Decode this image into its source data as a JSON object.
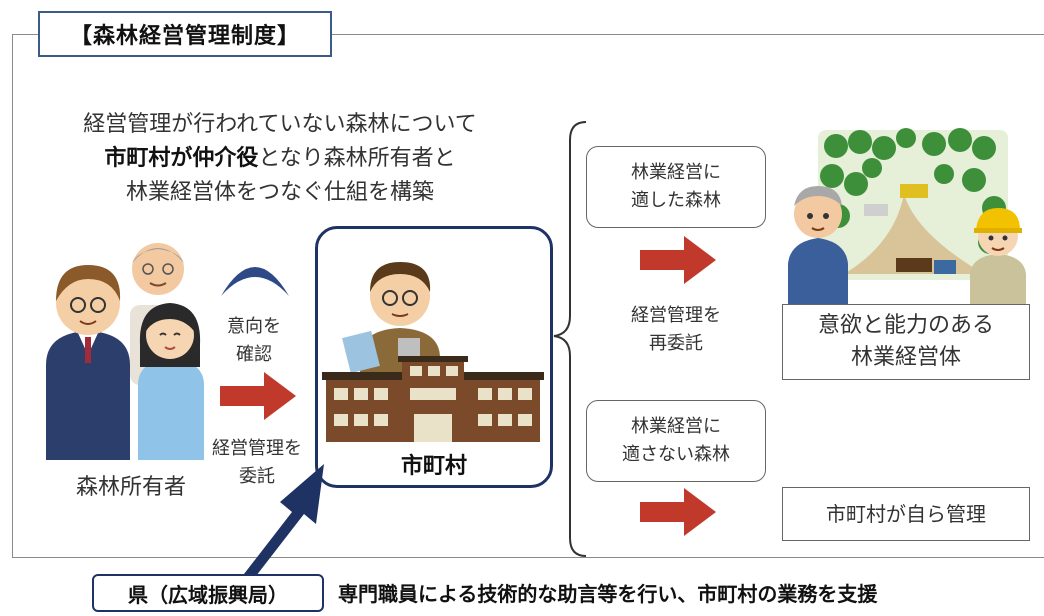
{
  "title": "【森林経営管理制度】",
  "intro": {
    "line1": "経営管理が行われていない森林について",
    "line2_bold": "市町村が仲介役",
    "line2_rest": "となり森林所有者と",
    "line3": "林業経営体をつなぐ仕組を構築"
  },
  "left": {
    "owner_label": "森林所有者",
    "confirm_line1": "意向を",
    "confirm_line2": "確認",
    "entrust_line1": "経営管理を",
    "entrust_line2": "委託"
  },
  "municipality": {
    "label": "市町村"
  },
  "right": {
    "suitable_line1": "林業経営に",
    "suitable_line2": "適した森林",
    "reentrust_line1": "経営管理を",
    "reentrust_line2": "再委託",
    "unsuitable_line1": "林業経営に",
    "unsuitable_line2": "適さない森林",
    "operator_line1": "意欲と能力のある",
    "operator_line2": "林業経営体",
    "self_manage": "市町村が自ら管理"
  },
  "prefecture": {
    "label": "県（広域振興局）",
    "description": "専門職員による技術的な助言等を行い、市町村の業務を支援"
  },
  "colors": {
    "arrow_red": "#c0392b",
    "navy": "#1e3264"
  }
}
